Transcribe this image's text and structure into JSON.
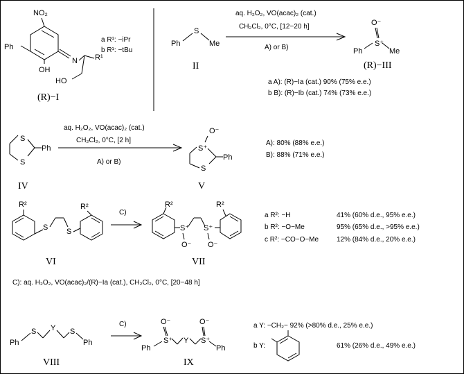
{
  "compound_I": {
    "label": "(R)−I",
    "subst_nitro": "NO₂",
    "subst_ph": "Ph",
    "subst_oh": "OH",
    "subst_n": "N",
    "subst_r1": "R¹",
    "subst_ho": "HO",
    "variant_a": "a R¹: −iPr",
    "variant_b": "b R¹: −tBu"
  },
  "reaction_1": {
    "conditions_1": "aq. H₂O₂, VO(acac)₂ (cat.)",
    "conditions_2": "CH₂Cl₂, 0°C, [12−20 h]",
    "conditions_3": "A)  or B)",
    "substrate_label": "II",
    "product_label": "(R)−III",
    "result_a": "a A):  (R)−Ia (cat.)  90% (75% e.e.)",
    "result_b": "b B):  (R)−Ib (cat.)  74% (73% e.e.)"
  },
  "reaction_2": {
    "conditions_1": "aq. H₂O₂, VO(acac)₂ (cat.)",
    "conditions_2": "CH₂Cl₂, 0°C, [2 h]",
    "conditions_3": "A)  or B)",
    "substrate_label": "IV",
    "product_label": "V",
    "result_a": "A): 80% (88% e.e.)",
    "result_b": "B): 88% (71% e.e.)"
  },
  "reaction_3": {
    "arrow_label": "C)",
    "substrate_label": "VI",
    "product_label": "VII",
    "result_a_sub": "a R²: −H",
    "result_a_val": "41% (60% d.e., 95% e.e.)",
    "result_b_sub": "b R²: −O−Me",
    "result_b_val": "95% (65% d.e., >95% e.e.)",
    "result_c_sub": "c R²: −CO−O−Me",
    "result_c_val": "12% (84% d.e., 20% e.e.)",
    "conditions_C": "C): aq. H₂O₂, VO(acac)₂/(R)−Ia (cat.), CH₂Cl₂, 0°C, [20−48 h]"
  },
  "reaction_4": {
    "arrow_label": "C)",
    "substrate_label": "VIII",
    "product_label": "IX",
    "result_a": "a Y:  −CH₂−   92% (>80% d.e., 25% e.e.)",
    "result_b_sub": "b Y:",
    "result_b_val": "61% (26% d.e., 49% e.e.)"
  },
  "atoms": {
    "ph": "Ph",
    "me": "Me",
    "s": "S",
    "s_plus": "S⁺",
    "o_minus": "O⁻",
    "r2": "R²",
    "y": "Y"
  }
}
